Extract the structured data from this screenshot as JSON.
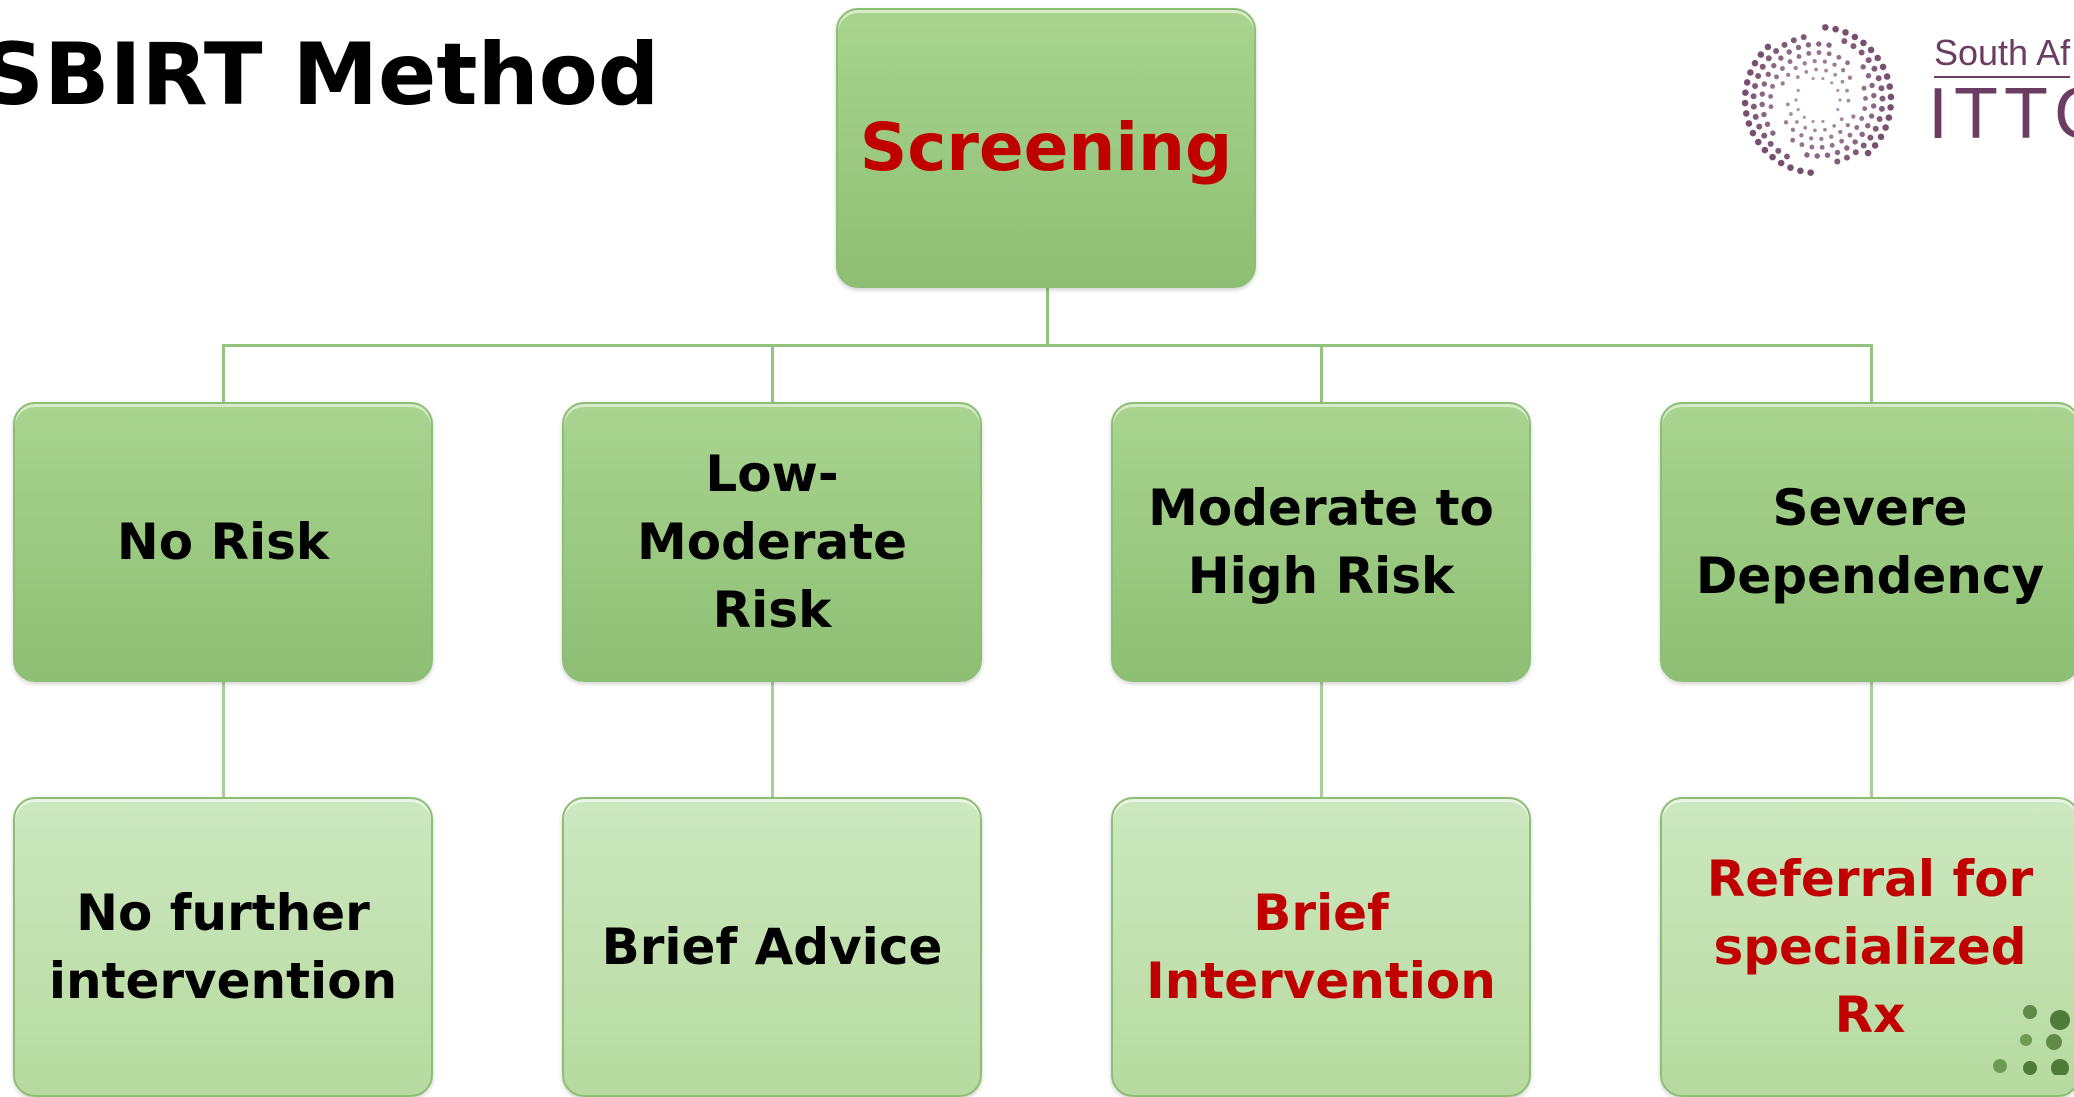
{
  "slide": {
    "title": "SBIRT Method"
  },
  "logo": {
    "line1": "South Af",
    "line2": "ITTC"
  },
  "colors": {
    "box_dark": "#9ccb83",
    "box_light": "#c2e2b2",
    "connector": "#93c47d",
    "text_red": "#c00000",
    "text_black": "#000000",
    "logo_purple": "#6b3d63"
  },
  "diagram": {
    "root": {
      "label": "Screening",
      "color": "#c00000"
    },
    "levels": [
      {
        "risk": "No Risk",
        "risk_color": "#000000",
        "action": "No further\nintervention",
        "action_color": "#000000"
      },
      {
        "risk": "Low-\nModerate\nRisk",
        "risk_color": "#000000",
        "action": "Brief Advice",
        "action_color": "#000000"
      },
      {
        "risk": "Moderate to\nHigh Risk",
        "risk_color": "#000000",
        "action": "Brief\nIntervention",
        "action_color": "#c00000"
      },
      {
        "risk": "Severe\nDependency",
        "risk_color": "#000000",
        "action": "Referral for\nspecialized\nRx",
        "action_color": "#c00000"
      }
    ]
  }
}
